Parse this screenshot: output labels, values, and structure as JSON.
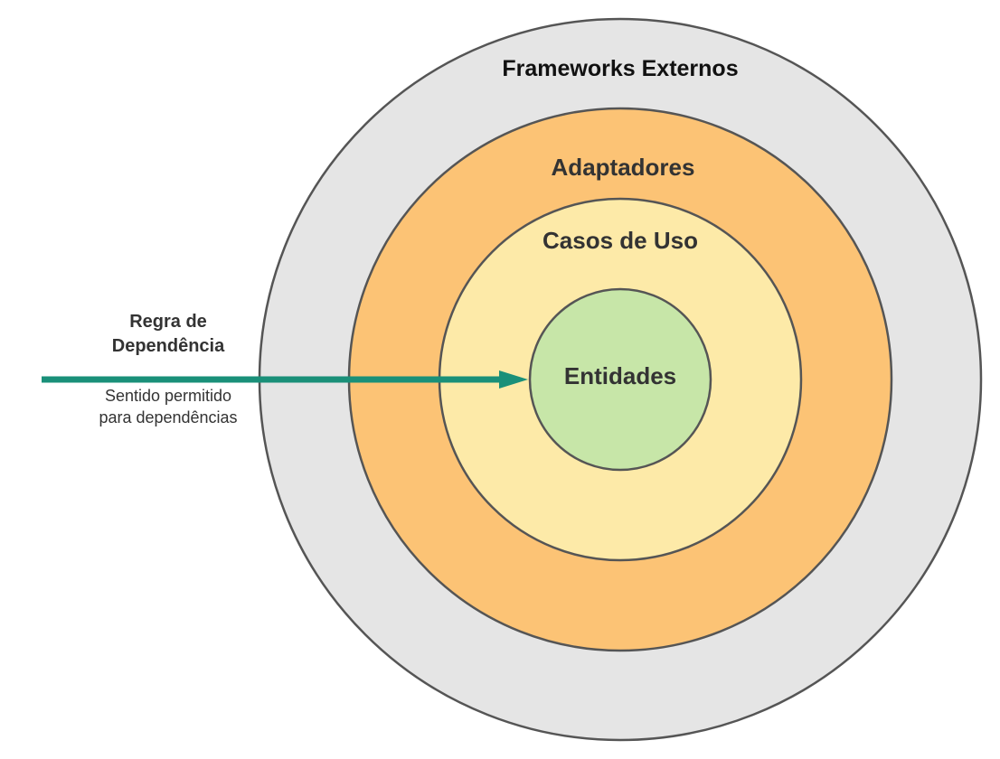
{
  "diagram": {
    "layers": [
      {
        "label": "Frameworks Externos",
        "fill": "#e5e5e5"
      },
      {
        "label": "Adaptadores",
        "fill": "#fcc375"
      },
      {
        "label": "Casos de Uso",
        "fill": "#fdeaa8"
      },
      {
        "label": "Entidades",
        "fill": "#c7e6a8"
      }
    ],
    "ring_stroke": "#555555",
    "dependency_rule": {
      "title_line1": "Regra de",
      "title_line2": "Dependência",
      "description_line1": "Sentido permitido",
      "description_line2": "para dependências",
      "arrow_color": "#1a9079"
    }
  }
}
